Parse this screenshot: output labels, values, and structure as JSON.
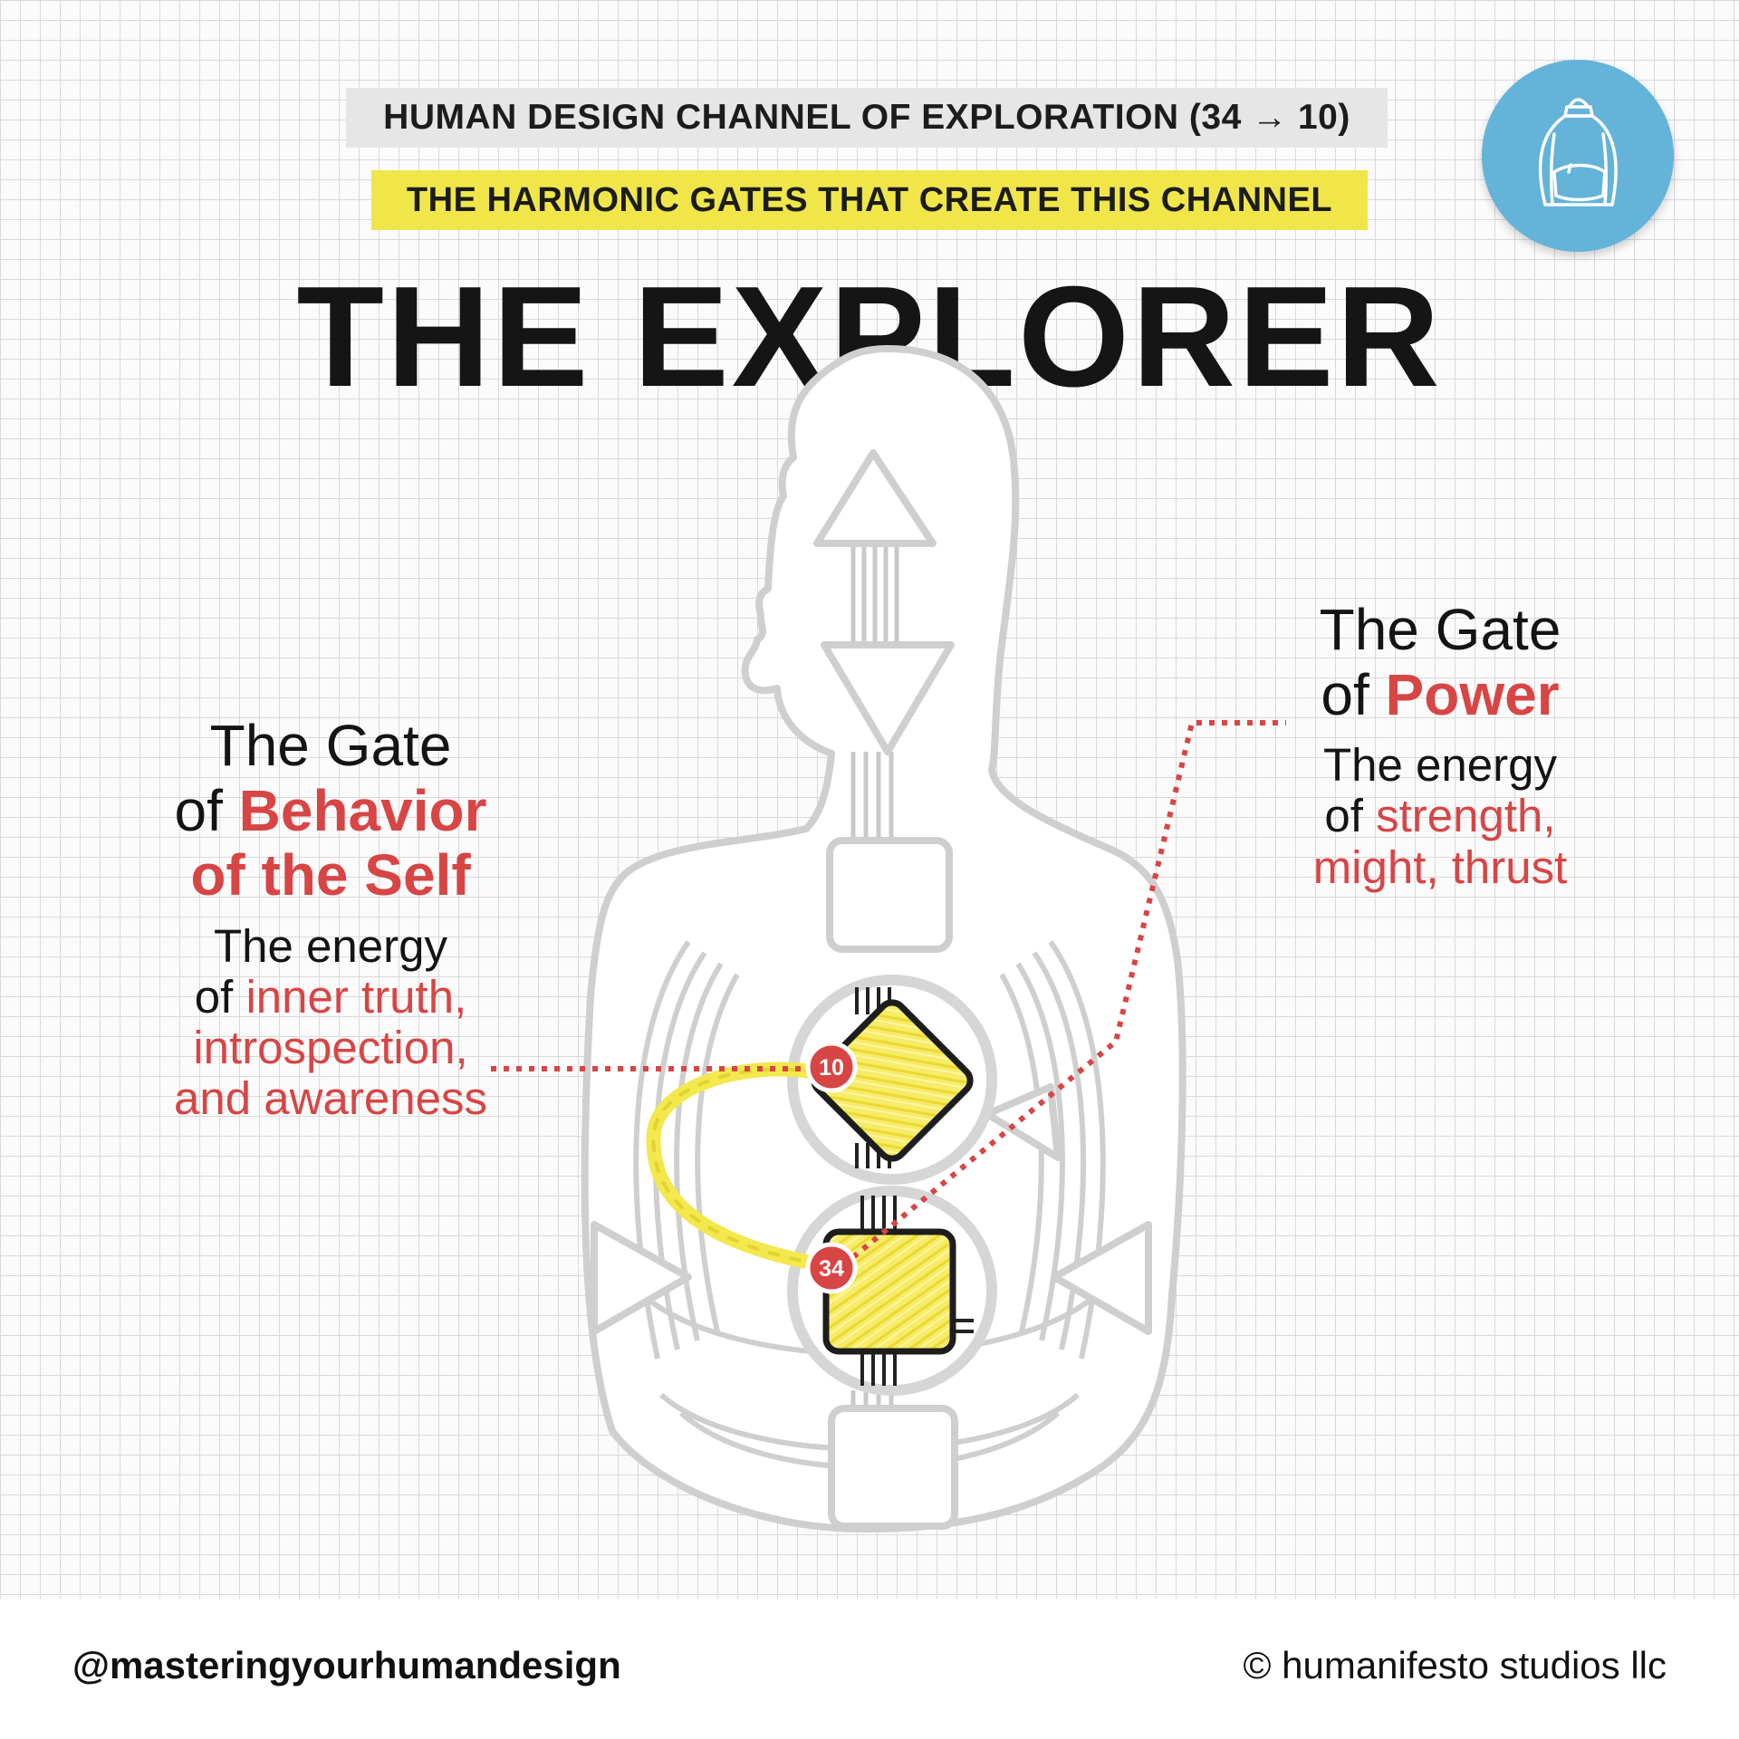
{
  "header": {
    "top_banner": "HUMAN DESIGN CHANNEL OF EXPLORATION (34 → 10)",
    "sub_banner": "THE HARMONIC GATES THAT CREATE THIS CHANNEL",
    "title": "THE EXPLORER"
  },
  "badge": {
    "icon": "backpack-icon",
    "background": "#64b3d9"
  },
  "gates": {
    "left": {
      "number": "10",
      "line1": "The Gate",
      "line2_prefix": "of ",
      "name_part1": "Behavior",
      "name_part2": "of the Self",
      "desc_prefix": "The energy",
      "desc_of": "of ",
      "desc_red1": "inner truth,",
      "desc_red2": "introspection,",
      "desc_red3": "and awareness"
    },
    "right": {
      "number": "34",
      "line1": "The Gate",
      "line2_prefix": "of ",
      "name": "Power",
      "desc_prefix": "The energy",
      "desc_of": "of ",
      "desc_red1": "strength,",
      "desc_red2": "might, thrust"
    }
  },
  "colors": {
    "accent_red": "#d84545",
    "highlight_yellow": "#f3e84d",
    "outline_gray": "#cccccc",
    "banner_gray": "#e6e6e6",
    "banner_yellow": "#f0e64a"
  },
  "footer": {
    "handle": "@masteringyourhumandesign",
    "copyright": "© humanifesto studios llc"
  }
}
